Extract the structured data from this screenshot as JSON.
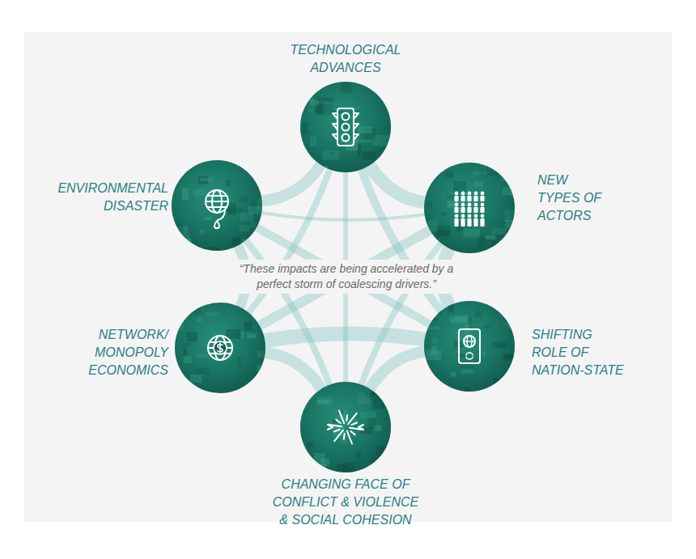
{
  "diagram": {
    "nodes": [
      {
        "text": [
          "TECHNOLOGICAL ADVANCES"
        ]
      },
      {
        "text": [
          "ENVIRONMENTAL DISASTER"
        ]
      },
      {
        "text": [
          "NEW TYPES OF ACTORS"
        ]
      },
      {
        "text": [
          "NETWORK/ MONOPOLY ECONOMICS"
        ]
      },
      {
        "text": [
          "SHIFTING ROLE OF NATION-STATE"
        ]
      },
      {
        "text": [
          "CHANGING FACE OF CONFLICT & VIOLENCE & SOCIAL COHESION"
        ]
      }
    ],
    "edges": [
      {
        "from": 0,
        "to": 1,
        "arrow": "none"
      },
      {
        "from": 0,
        "to": 2,
        "arrow": "none"
      },
      {
        "from": 0,
        "to": 3,
        "arrow": "none"
      },
      {
        "from": 0,
        "to": 4,
        "arrow": "none"
      },
      {
        "from": 0,
        "to": 5,
        "arrow": "none"
      },
      {
        "from": 1,
        "to": 2,
        "arrow": "none"
      },
      {
        "from": 1,
        "to": 3,
        "arrow": "none"
      },
      {
        "from": 1,
        "to": 4,
        "arrow": "none"
      },
      {
        "from": 1,
        "to": 5,
        "arrow": "none"
      },
      {
        "from": 2,
        "to": 3,
        "arrow": "none"
      },
      {
        "from": 2,
        "to": 4,
        "arrow": "none"
      },
      {
        "from": 2,
        "to": 5,
        "arrow": "none"
      },
      {
        "from": 3,
        "to": 4,
        "arrow": "none"
      },
      {
        "from": 3,
        "to": 5,
        "arrow": "none"
      },
      {
        "from": 4,
        "to": 5,
        "arrow": "none"
      }
    ],
    "labels": [
      "“These impacts are being accelerated by a perfect storm of coalescing drivers.”"
    ]
  }
}
